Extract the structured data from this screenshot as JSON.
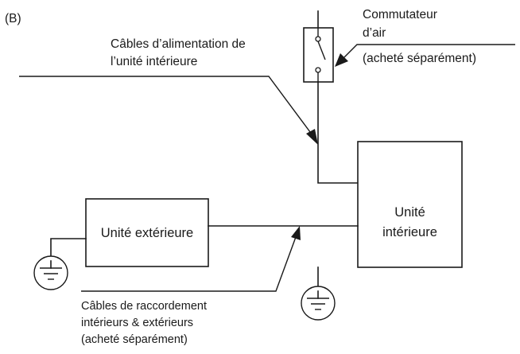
{
  "figure_label": "(B)",
  "labels": {
    "indoor_power_cables": [
      "Câbles d’alimentation de",
      "l’unité intérieure"
    ],
    "air_switch": [
      "Commutateur",
      "d’air",
      "(acheté séparément)"
    ],
    "outdoor_unit": "Unité extérieure",
    "indoor_unit": [
      "Unité",
      "intérieure"
    ],
    "connection_cables": [
      "Câbles de raccordement",
      "intérieurs & extérieurs",
      "(acheté séparément)"
    ]
  }
}
